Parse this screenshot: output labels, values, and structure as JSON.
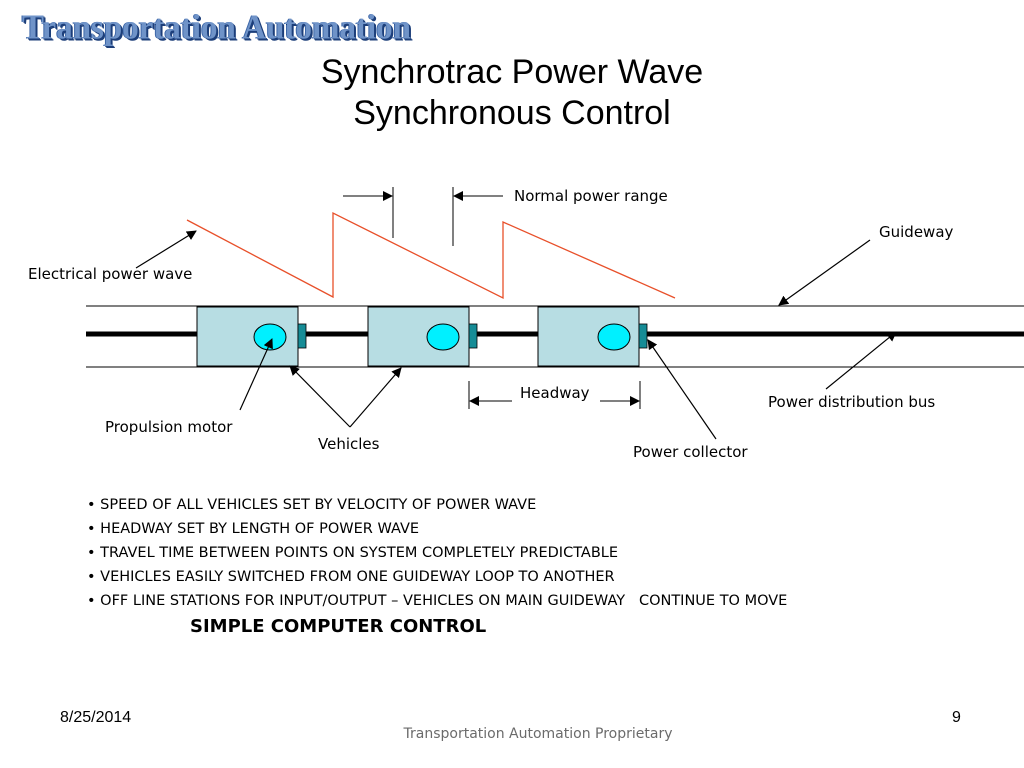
{
  "header": {
    "logo_text": "Transportation Automation",
    "title_line1": "Synchrotrac Power Wave",
    "title_line2": "Synchronous Control"
  },
  "diagram": {
    "labels": {
      "normal_power_range": "Normal power range",
      "guideway": "Guideway",
      "electrical_power_wave": "Electrical power wave",
      "headway": "Headway",
      "power_distribution_bus": "Power distribution bus",
      "propulsion_motor": "Propulsion motor",
      "vehicles": "Vehicles",
      "power_collector": "Power collector"
    },
    "colors": {
      "power_wave": "#e8502a",
      "vehicle_fill": "#b7dde3",
      "motor_fill": "#00f0ff",
      "collector_fill": "#168c96"
    }
  },
  "bullets": [
    "• SPEED OF ALL VEHICLES SET BY VELOCITY OF POWER WAVE",
    "• HEADWAY SET BY LENGTH OF POWER WAVE",
    "• TRAVEL TIME BETWEEN POINTS ON SYSTEM COMPLETELY PREDICTABLE",
    "• VEHICLES EASILY SWITCHED FROM ONE GUIDEWAY LOOP TO ANOTHER",
    "• OFF LINE STATIONS FOR INPUT/OUTPUT – VEHICLES ON MAIN GUIDEWAY   CONTINUE TO MOVE"
  ],
  "simple_control": "SIMPLE COMPUTER CONTROL",
  "footer": {
    "date": "8/25/2014",
    "page": "9",
    "text": "Transportation Automation Proprietary"
  }
}
